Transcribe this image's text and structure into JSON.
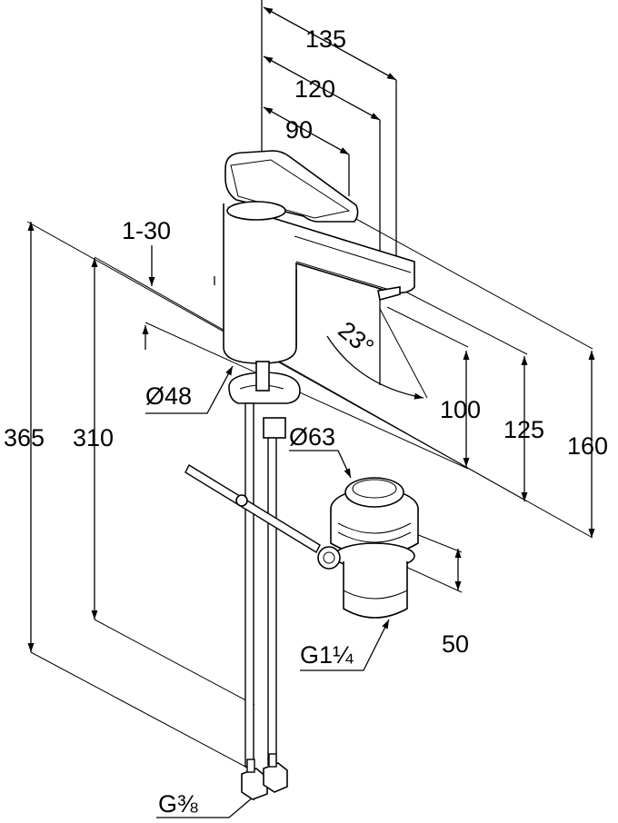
{
  "dimensions": {
    "d135": "135",
    "d120": "120",
    "d90": "90",
    "d1_30": "1-30",
    "d23": "23°",
    "d48": "Ø48",
    "d63": "Ø63",
    "d100": "100",
    "d125": "125",
    "d160": "160",
    "d365": "365",
    "d310": "310",
    "d50": "50",
    "g114": "G1¼",
    "g38": "G⅜"
  }
}
